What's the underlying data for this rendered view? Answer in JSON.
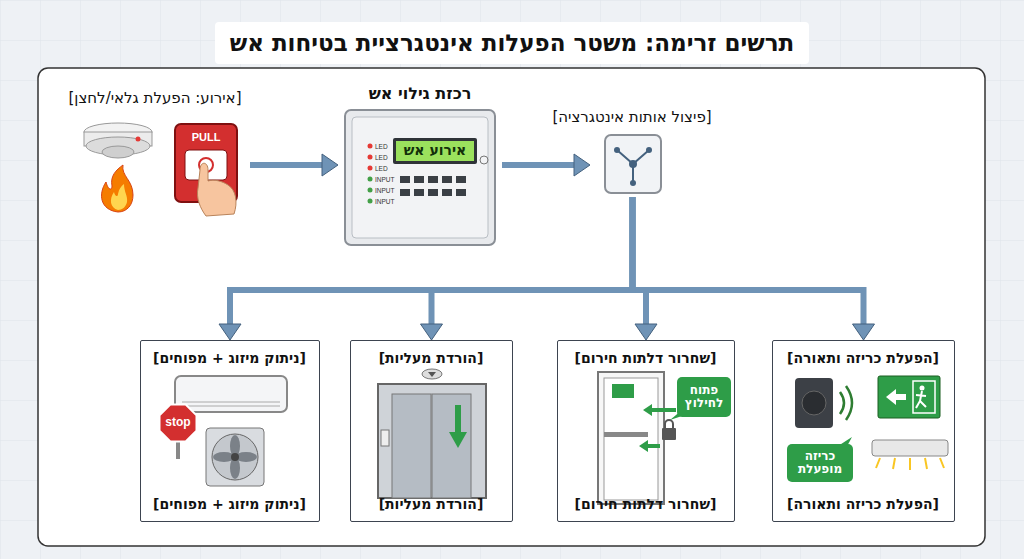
{
  "diagram": {
    "title": "תרשים זרימה: משטר הפעלות אינטגרציית בטיחות אש",
    "nodes": [
      {
        "text": [
          "[אירוע: הפעלת גלאי/לחצן]"
        ]
      },
      {
        "text": [
          "רכזת גילוי אש",
          "אירוע אש"
        ]
      },
      {
        "text": [
          "[פיצול אותות אינטגרציה]"
        ]
      },
      {
        "text": [
          "[הפעלת כריזה ותאורה]",
          "[הפעלת כריזה ותאורה]"
        ]
      },
      {
        "text": [
          "כריזה מופעלת"
        ],
        "in": 3
      },
      {
        "text": [
          "[שחרור דלתות חירום]",
          "[שחרור דלתות חירום]"
        ]
      },
      {
        "text": [
          "פתוח לחילוץ"
        ],
        "in": 5
      },
      {
        "text": [
          "[הורדת מעליות]",
          "[הורדת מעליות]"
        ]
      },
      {
        "text": [
          "[ניתוק מיזוג + מפוחים]",
          "[ניתוק מיזוג + מפוחים]"
        ]
      }
    ],
    "edges": [
      {
        "from": 0,
        "to": 1,
        "arrow": "to"
      },
      {
        "from": 1,
        "to": 2,
        "arrow": "to"
      },
      {
        "from": 2,
        "to": 3,
        "arrow": "to"
      },
      {
        "from": 2,
        "to": 5,
        "arrow": "to"
      },
      {
        "from": 2,
        "to": 7,
        "arrow": "to"
      },
      {
        "from": 2,
        "to": 8,
        "arrow": "to"
      }
    ],
    "labels": [
      "PULL",
      "LED",
      "LED",
      "LED",
      "INPUT",
      "INPUT",
      "INPUT",
      "stop"
    ]
  }
}
